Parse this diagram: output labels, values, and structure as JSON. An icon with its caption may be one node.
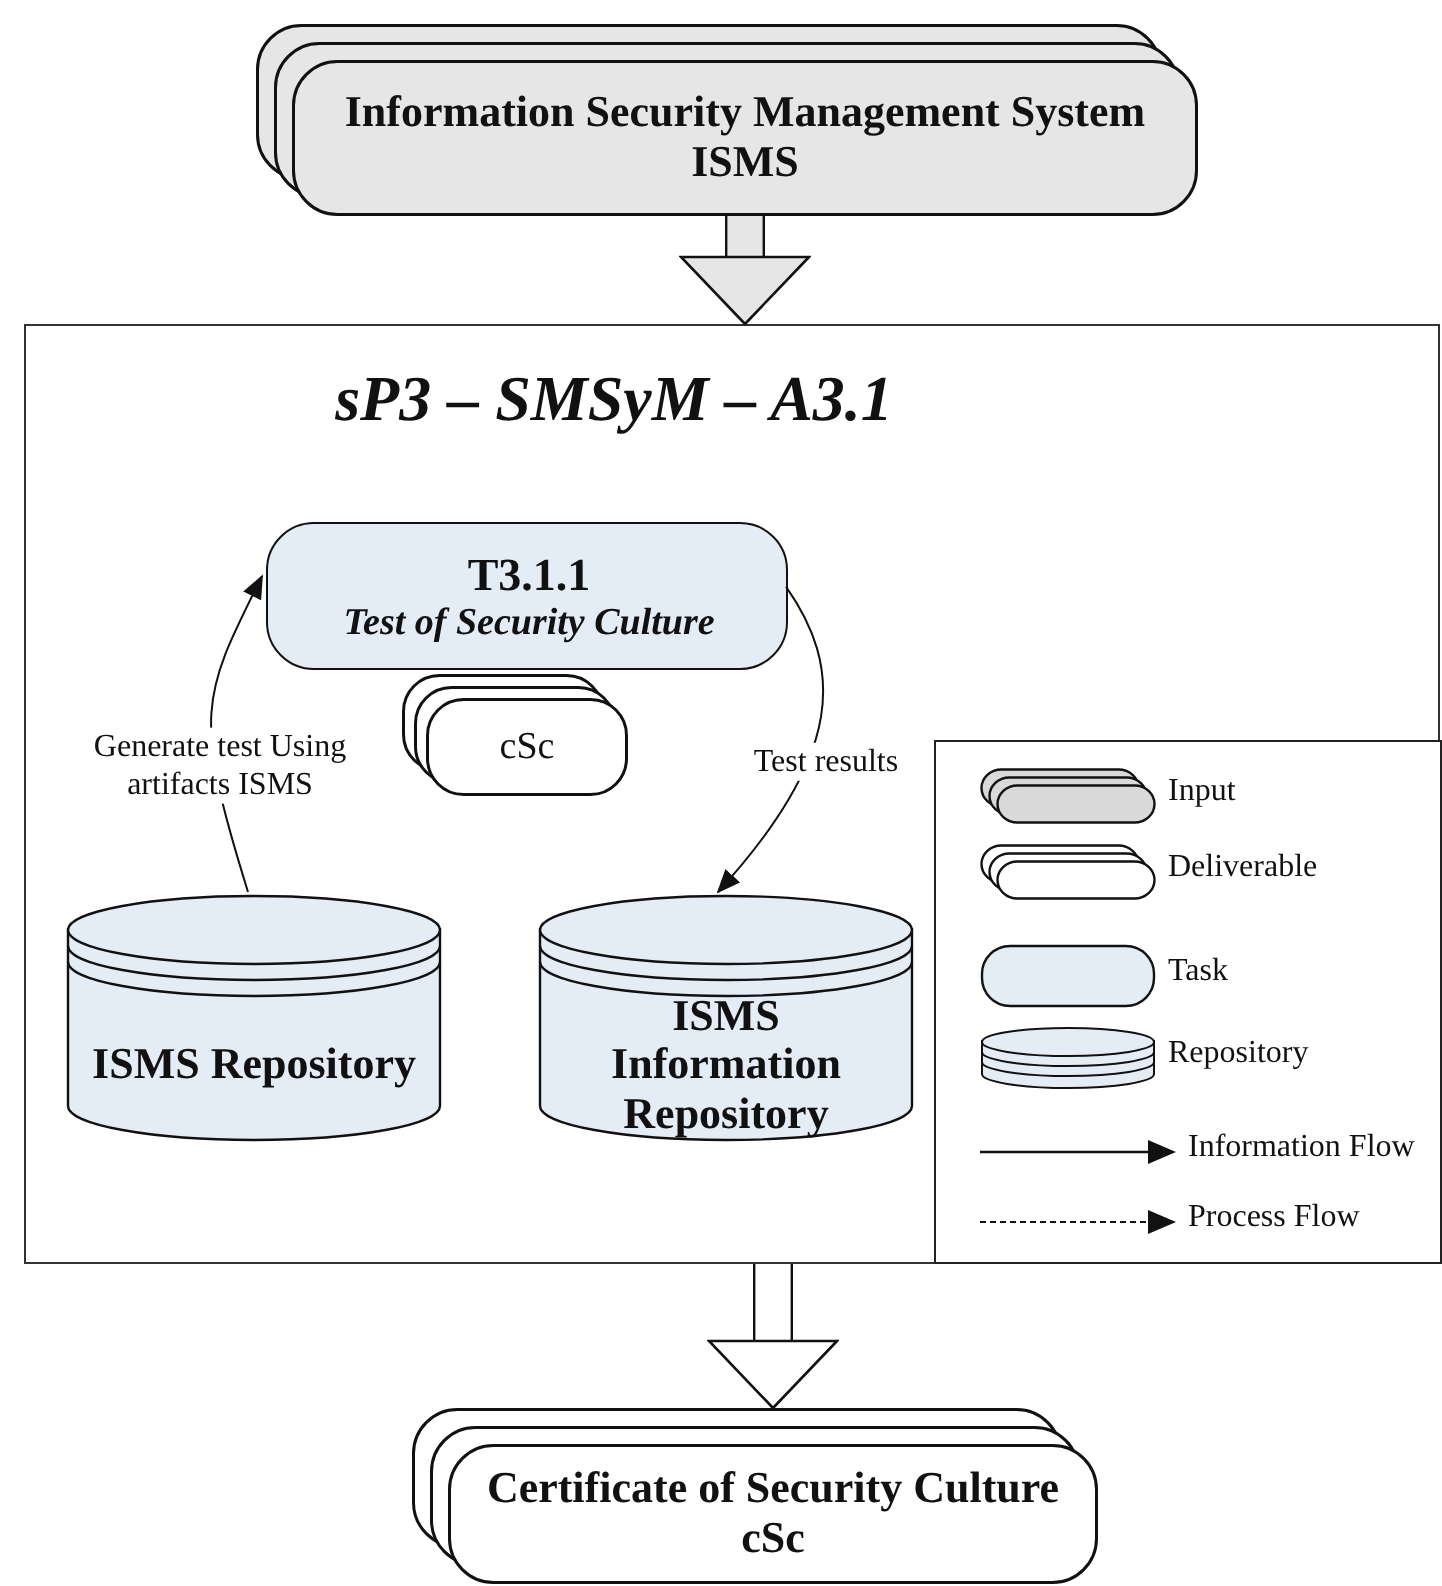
{
  "diagram": {
    "nodes": [
      {
        "text": [
          "Information Security Management System",
          "ISMS"
        ]
      },
      {
        "text": [
          "sP3 – SMSyM – A3.1"
        ]
      },
      {
        "text": [
          "T3.1.1",
          "Test of Security Culture"
        ],
        "in": 1
      },
      {
        "text": [
          "cSc"
        ],
        "in": 1
      },
      {
        "text": [
          "ISMS Repository"
        ],
        "in": 1
      },
      {
        "text": [
          "ISMS Information Repository"
        ],
        "in": 1
      },
      {
        "text": [
          "Certificate of Security Culture",
          "cSc"
        ]
      }
    ],
    "edges": [
      {
        "from": 0,
        "to": 1,
        "arrow": "to",
        "style": "thick",
        "color": "#e6e6e6"
      },
      {
        "from": 4,
        "to": 2,
        "arrow": "to",
        "label": "Generate test Using artifacts ISMS"
      },
      {
        "from": 2,
        "to": 5,
        "arrow": "to",
        "label": "Test results"
      },
      {
        "from": 1,
        "to": 6,
        "arrow": "to",
        "style": "thick",
        "color": "#ffffff"
      }
    ],
    "legend": [
      {
        "text": "Input"
      },
      {
        "text": "Deliverable"
      },
      {
        "text": "Task"
      },
      {
        "text": "Repository"
      },
      {
        "text": "Information Flow"
      },
      {
        "text": "Process Flow"
      }
    ]
  }
}
